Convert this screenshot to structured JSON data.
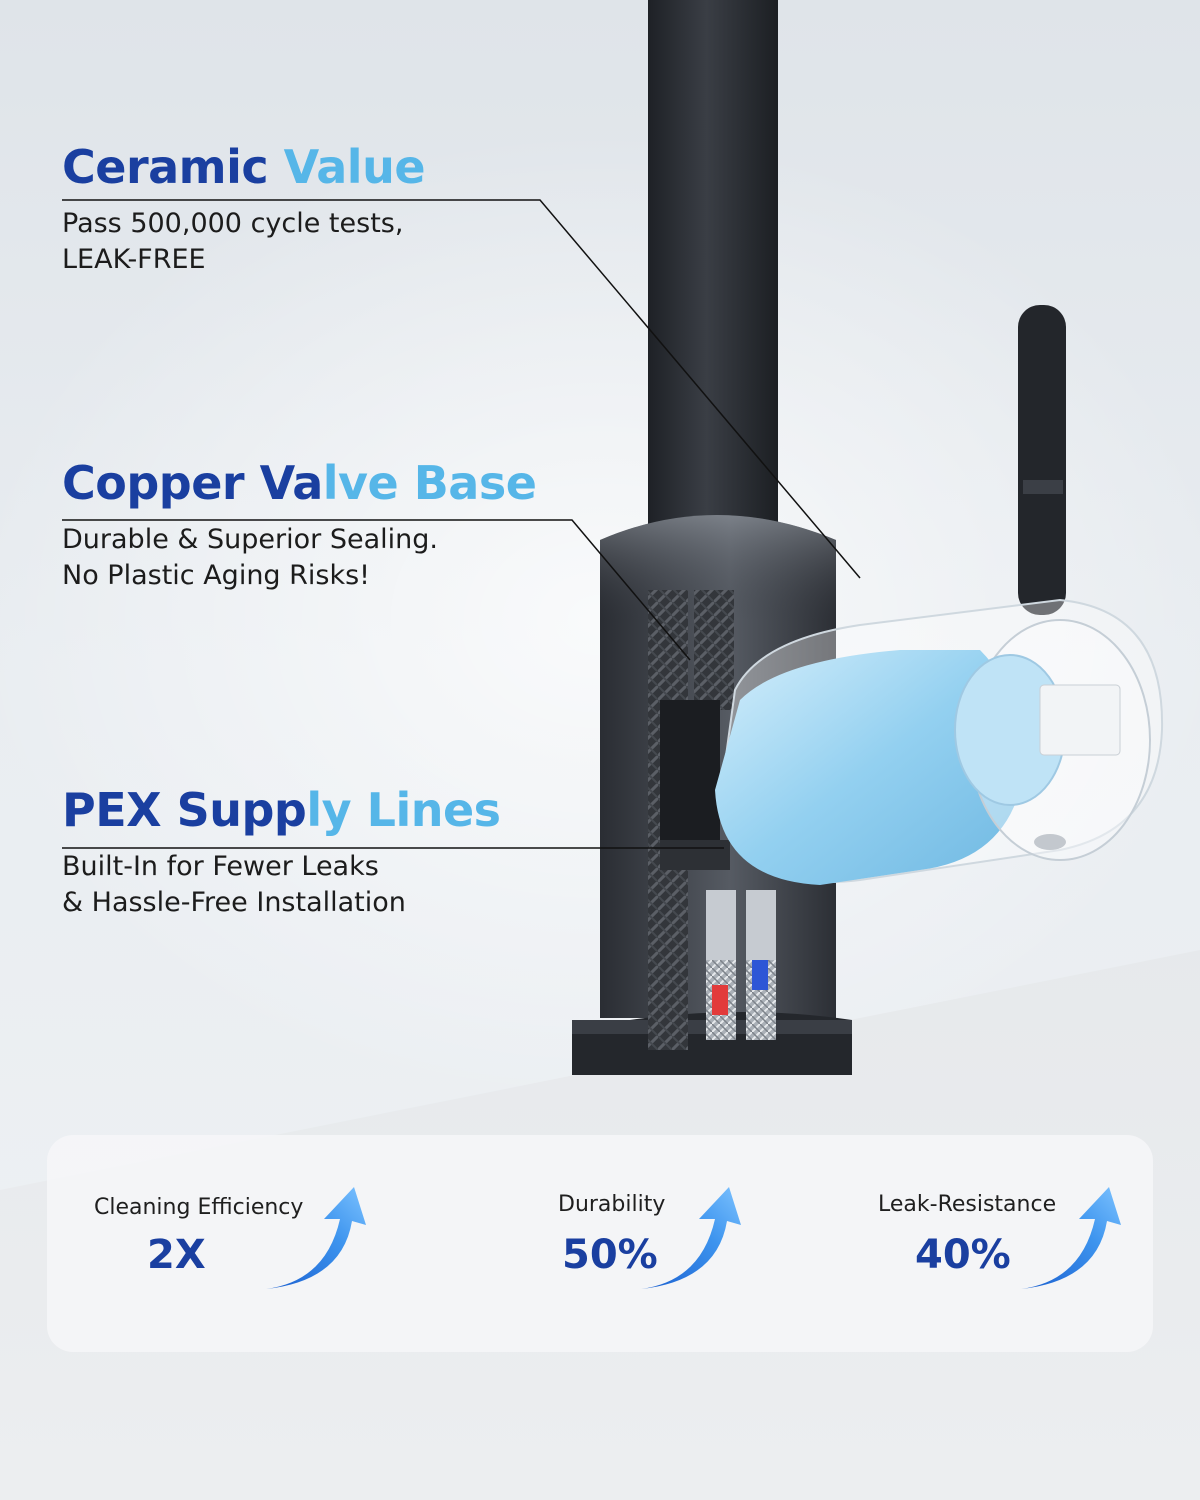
{
  "features": [
    {
      "title_part1": "Ceramic ",
      "title_part2": "Value",
      "desc_line1": "Pass 500,000 cycle tests,",
      "desc_line2": "LEAK-FREE"
    },
    {
      "title_part1": "Copper Va",
      "title_part2": "lve Base",
      "desc_line1": "Durable & Superior Sealing.",
      "desc_line2": "No Plastic Aging Risks!"
    },
    {
      "title_part1": "PEX Supp",
      "title_part2": "ly Lines",
      "desc_line1": "Built-In for Fewer Leaks",
      "desc_line2": "& Hassle-Free Installation"
    }
  ],
  "stats": [
    {
      "label": "Cleaning Efficiency",
      "value": "2X",
      "icon": "up-arrow-icon"
    },
    {
      "label": "Durability",
      "value": "50%",
      "icon": "up-arrow-icon"
    },
    {
      "label": "Leak-Resistance",
      "value": "40%",
      "icon": "up-arrow-icon"
    }
  ],
  "colors": {
    "title_dark_blue": "#1a3fa0",
    "title_light_blue": "#56b6e8",
    "arrow_blue": "#2f7fe0",
    "faucet_black": "#2b2e33"
  }
}
